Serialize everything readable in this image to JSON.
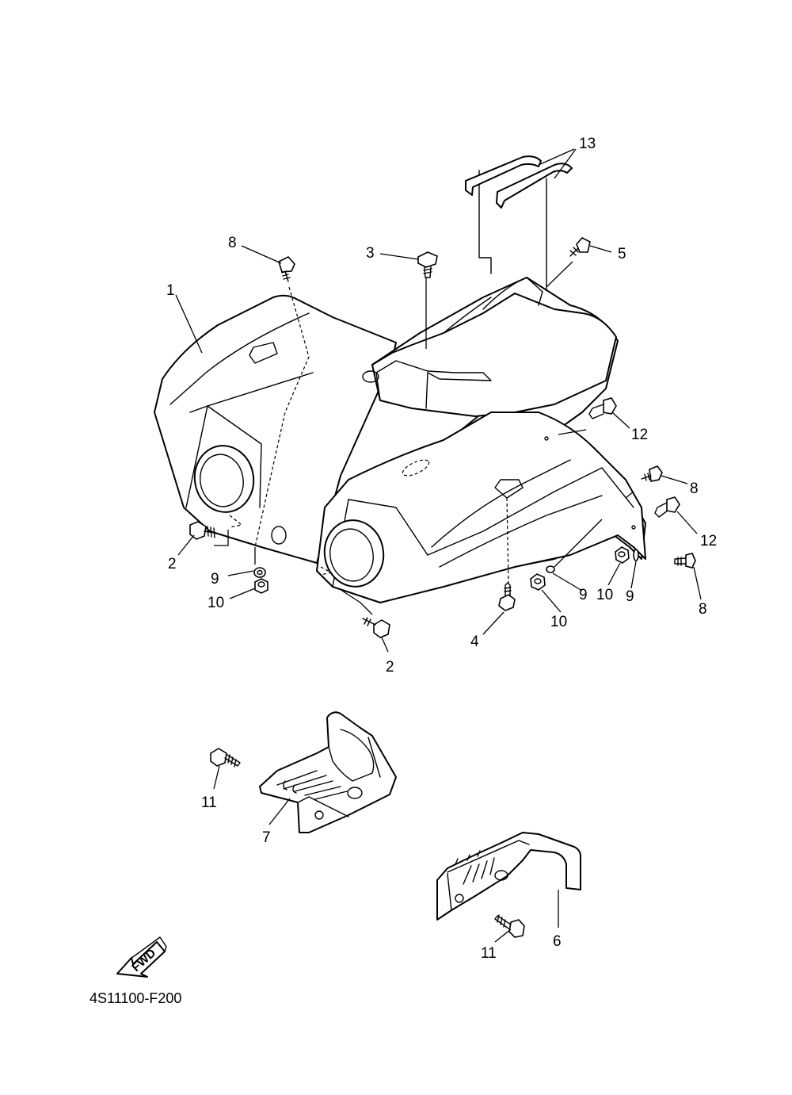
{
  "diagram": {
    "code": "4S11100-F200",
    "fwd_label": "FWD",
    "callouts": [
      {
        "id": "c13",
        "label": "13"
      },
      {
        "id": "c8a",
        "label": "8"
      },
      {
        "id": "c3",
        "label": "3"
      },
      {
        "id": "c5",
        "label": "5"
      },
      {
        "id": "c1",
        "label": "1"
      },
      {
        "id": "c12a",
        "label": "12"
      },
      {
        "id": "c8b",
        "label": "8"
      },
      {
        "id": "c12b",
        "label": "12"
      },
      {
        "id": "c2a",
        "label": "2"
      },
      {
        "id": "c9a",
        "label": "9"
      },
      {
        "id": "c10a",
        "label": "10"
      },
      {
        "id": "c9b",
        "label": "9"
      },
      {
        "id": "c10b",
        "label": "10"
      },
      {
        "id": "c9c",
        "label": "9"
      },
      {
        "id": "c8c",
        "label": "8"
      },
      {
        "id": "c4",
        "label": "4"
      },
      {
        "id": "c10c",
        "label": "10"
      },
      {
        "id": "c2b",
        "label": "2"
      },
      {
        "id": "c11a",
        "label": "11"
      },
      {
        "id": "c7",
        "label": "7"
      },
      {
        "id": "c6",
        "label": "6"
      },
      {
        "id": "c11b",
        "label": "11"
      }
    ]
  }
}
